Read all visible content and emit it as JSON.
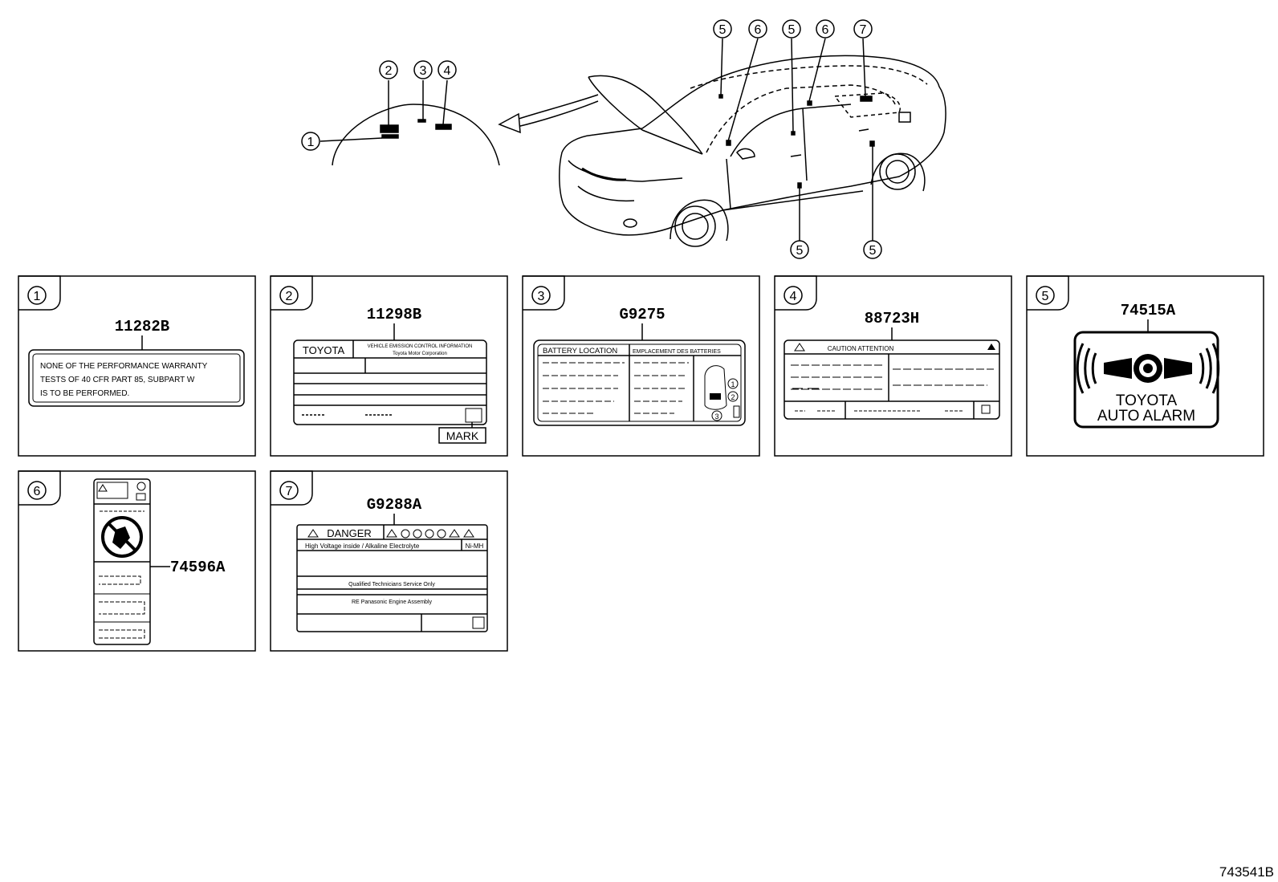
{
  "diagram_code": "743541B",
  "overview": {
    "hood_callouts": [
      "1",
      "2",
      "3",
      "4"
    ],
    "car_top_callouts": [
      "5",
      "6",
      "5",
      "6",
      "7"
    ],
    "car_bottom_callouts": [
      "5",
      "5"
    ]
  },
  "panels": [
    {
      "num": "1",
      "part": "11282B",
      "text_lines": [
        "NONE OF THE PERFORMANCE WARRANTY",
        "TESTS OF 40 CFR PART 85, SUBPART W",
        "IS TO BE PERFORMED."
      ]
    },
    {
      "num": "2",
      "part": "11298B",
      "brand": "TOYOTA",
      "header_line_1": "VEHICLE EMISSION CONTROL INFORMATION",
      "header_line_2": "Toyota Motor Corporation",
      "mark": "MARK"
    },
    {
      "num": "3",
      "part": "G9275",
      "title_left": "BATTERY LOCATION",
      "title_right": "EMPLACEMENT DES BATTERIES",
      "icon_callouts": [
        "1",
        "2",
        "3"
      ]
    },
    {
      "num": "4",
      "part": "88723H",
      "header": "CAUTION  ATTENTION"
    },
    {
      "num": "5",
      "part": "74515A",
      "line_1": "TOYOTA",
      "line_2": "AUTO ALARM"
    },
    {
      "num": "6",
      "part": "74596A"
    },
    {
      "num": "7",
      "part": "G9288A",
      "danger": "DANGER",
      "battery_type": "Ni-MH",
      "line_1": "High Voltage inside / Alkaline Electrolyte",
      "line_2": "Qualified Technicians Service Only",
      "line_3": "RE Panasonic Engine Assembly"
    }
  ]
}
